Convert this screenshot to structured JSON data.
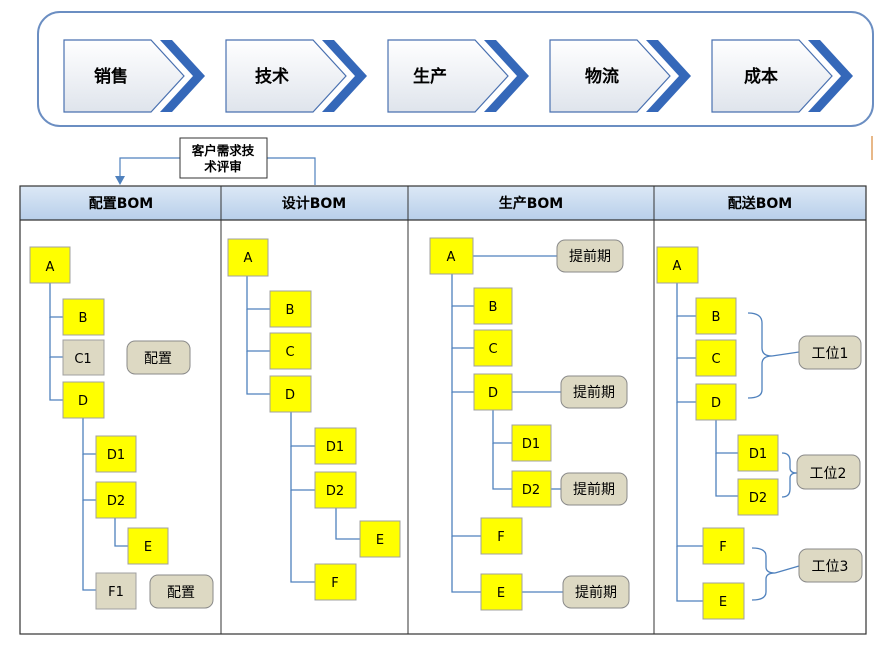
{
  "flow": {
    "steps": [
      "销售",
      "技术",
      "生产",
      "物流",
      "成本"
    ]
  },
  "review_note": {
    "line1": "客户需求技",
    "line2": "术评审"
  },
  "bom_table": {
    "columns": [
      "配置BOM",
      "设计BOM",
      "生产BOM",
      "配送BOM"
    ]
  },
  "config_bom": {
    "nodes": {
      "a": "A",
      "b": "B",
      "c1": "C1",
      "d": "D",
      "d1": "D1",
      "d2": "D2",
      "e": "E",
      "f1": "F1"
    },
    "tags": {
      "c1": "配置",
      "f1": "配置"
    }
  },
  "design_bom": {
    "nodes": {
      "a": "A",
      "b": "B",
      "c": "C",
      "d": "D",
      "d1": "D1",
      "d2": "D2",
      "e": "E",
      "f": "F"
    }
  },
  "production_bom": {
    "nodes": {
      "a": "A",
      "b": "B",
      "c": "C",
      "d": "D",
      "d1": "D1",
      "d2": "D2",
      "f": "F",
      "e": "E"
    },
    "tags": {
      "a": "提前期",
      "d": "提前期",
      "d2": "提前期",
      "e": "提前期"
    }
  },
  "delivery_bom": {
    "nodes": {
      "a": "A",
      "b": "B",
      "c": "C",
      "d": "D",
      "d1": "D1",
      "d2": "D2",
      "f": "F",
      "e": "E"
    },
    "stations": {
      "s1": "工位1",
      "s2": "工位2",
      "s3": "工位3"
    }
  },
  "colors": {
    "node_fill": "#ffff00",
    "gray_node_fill": "#ddd9c3",
    "tag_fill": "#ddd9c3",
    "connector": "#4f81bd",
    "header_fill": "#c6d9f1",
    "chevron_tail": "#3366b8"
  }
}
